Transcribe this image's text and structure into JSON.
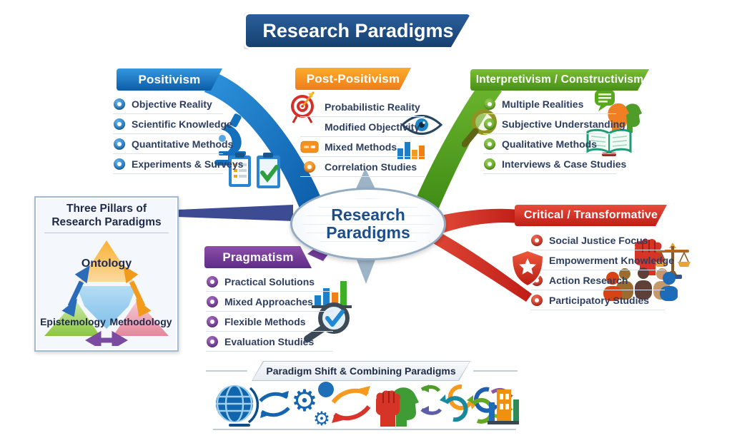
{
  "title": "Research Paradigms",
  "center": {
    "line1": "Research",
    "line2": "Paradigms"
  },
  "branches": {
    "positivism": {
      "label": "Positivism",
      "color": "#1173c4",
      "items": [
        "Objective Reality",
        "Scientific Knowledge",
        "Quantitative Methods",
        "Experiments & Surveys"
      ]
    },
    "post_positivism": {
      "label": "Post-Positivism",
      "color": "#f58220",
      "items": [
        "Probabilistic Reality",
        "Modified Objectivity",
        "Mixed Methods",
        "Correlation Studies"
      ]
    },
    "interpretivism": {
      "label": "Interpretivism / Constructivism",
      "color": "#57a01e",
      "items": [
        "Multiple Realities",
        "Subjective Understanding",
        "Qualitative Methods",
        "Interviews & Case Studies"
      ]
    },
    "critical": {
      "label": "Critical / Transformative",
      "color": "#cf2420",
      "items": [
        "Social Justice Focus",
        "Empowerment Knowledge",
        "Action Research",
        "Participatory Studies"
      ]
    },
    "pragmatism": {
      "label": "Pragmatism",
      "color": "#713a98",
      "items": [
        "Practical Solutions",
        "Mixed Approaches",
        "Flexible Methods",
        "Evaluation Studies"
      ]
    }
  },
  "pillars": {
    "title_line1": "Three Pillars of",
    "title_line2": "Research Paradigms",
    "nodes": [
      "Ontology",
      "Epistemology",
      "Methodology"
    ]
  },
  "footer": {
    "banner": "Paradigm Shift & Combining Paradigms"
  },
  "icons": {
    "positivism": [
      "microscope-icon",
      "clipboard-check-icons"
    ],
    "post_positivism": [
      "target-icon",
      "eye-icon",
      "tag-icon",
      "bar-chart-icon"
    ],
    "interpretivism": [
      "speech-heads-icon",
      "magnifier-icon",
      "open-book-icon"
    ],
    "critical": [
      "shield-star-icon",
      "raised-fist-icon",
      "scales-icon",
      "people-group-icon"
    ],
    "pragmatism": [
      "growth-chart-icon",
      "magnifier-check-icon"
    ],
    "footer": [
      "globe-icon",
      "transfer-arrows-icon",
      "gears-icon",
      "exchange-arrows-icon",
      "fist-head-icon",
      "cycle-arrows-icon",
      "bar-building-chart-icon"
    ]
  },
  "colors": {
    "title_bg": "#1d4e8c",
    "center_text": "#1d4e8c",
    "item_text": "#2d3e60",
    "connector_gray": "#9db3c6",
    "pillars_link": "#3d4c92"
  }
}
